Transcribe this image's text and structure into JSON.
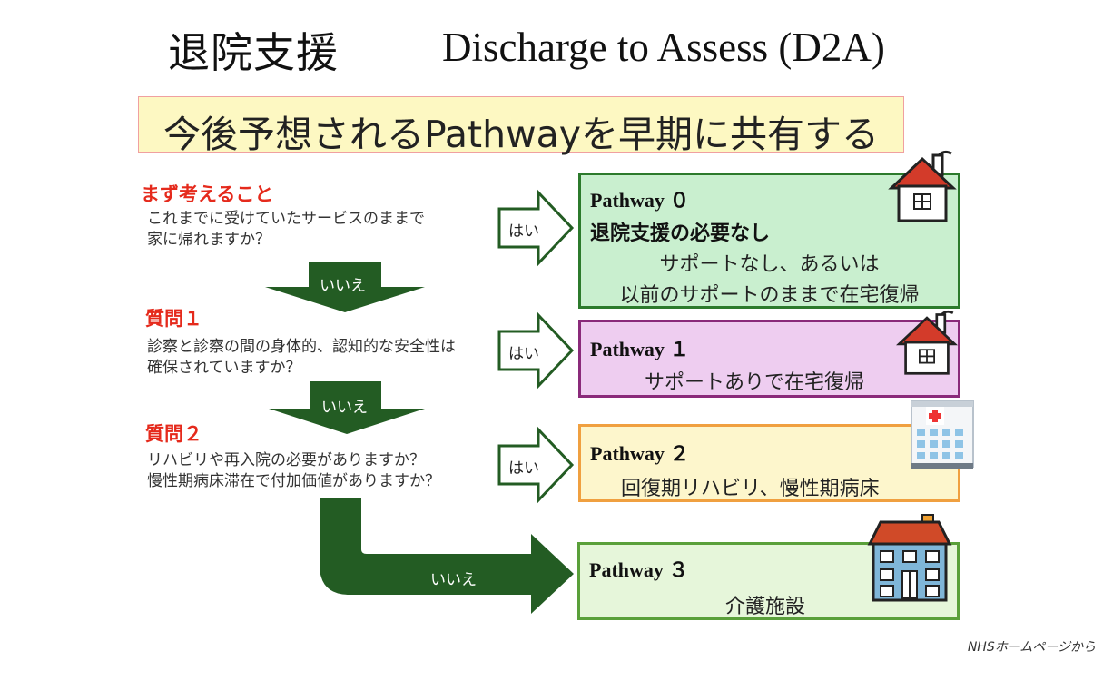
{
  "title_jp": "退院支援",
  "title_en": "Discharge to Assess (D2A)",
  "banner": "今後予想されるPathwayを早期に共有する",
  "steps": [
    {
      "heading": "まず考えること",
      "lines": [
        "これまでに受けていたサービスのままで",
        "家に帰れますか？"
      ]
    },
    {
      "heading": "質問１",
      "lines": [
        "診察と診察の間の身体的、認知的な安全性は",
        "確保されていますか？"
      ]
    },
    {
      "heading": "質問２",
      "lines": [
        "リハビリや再入院の必要がありますか？",
        "慢性期病床滞在で付加価値がありますか？"
      ]
    }
  ],
  "yes_label": "はい",
  "no_label": "いいえ",
  "pathways": [
    {
      "label": "Pathway ０",
      "subtitle": "退院支援の必要なし",
      "lines": [
        "サポートなし、あるいは",
        "以前のサポートのままで在宅復帰"
      ],
      "color": "#c9efcf",
      "border": "#2c7a2c",
      "icon": "house-icon"
    },
    {
      "label": "Pathway １",
      "lines": [
        "サポートありで在宅復帰"
      ],
      "color": "#eecdf0",
      "border": "#8a2a7a",
      "icon": "house-icon"
    },
    {
      "label": "Pathway ２",
      "lines": [
        "回復期リハビリ、慢性期病床"
      ],
      "color": "#fdf6cc",
      "border": "#f0a040",
      "icon": "hospital-icon"
    },
    {
      "label": "Pathway ３",
      "lines": [
        "介護施設"
      ],
      "color": "#e6f6da",
      "border": "#5aa03a",
      "icon": "care-facility-icon"
    }
  ],
  "footer": "NHSホームページから",
  "colors": {
    "arrow_green": "#235c23",
    "heading_red": "#e52a1c"
  }
}
